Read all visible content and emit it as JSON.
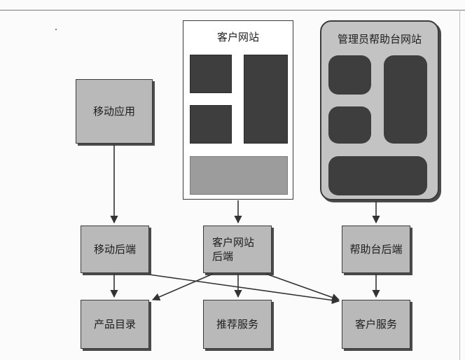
{
  "mobile_app": {
    "label": "移动应用"
  },
  "customer_site": {
    "title": "客户网站"
  },
  "admin_site": {
    "title": "管理员帮助台网站"
  },
  "mobile_backend": {
    "label": "移动后端"
  },
  "site_backend": {
    "line1": "客户网站",
    "line2": "后端"
  },
  "helpdesk_backend": {
    "label": "帮助台后端"
  },
  "product_catalog": {
    "label": "产品目录"
  },
  "recommendation": {
    "label": "推荐服务"
  },
  "customer_service": {
    "label": "客户服务"
  },
  "colors": {
    "box_fill": "#b9b9b9",
    "border": "#3b3b3b",
    "dark_block": "#3e3e3e",
    "light_block": "#9c9c9c",
    "admin_fill": "#c3c3c3",
    "arrow": "#333333"
  }
}
